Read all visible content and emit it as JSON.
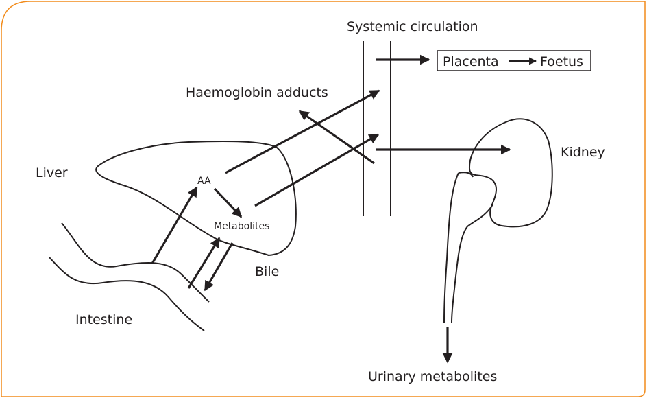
{
  "labels": {
    "systemic_circulation": "Systemic circulation",
    "placenta": "Placenta",
    "foetus": "Foetus",
    "haemoglobin_adducts": "Haemoglobin adducts",
    "liver": "Liver",
    "aa": "AA",
    "metabolites": "Metabolites",
    "bile": "Bile",
    "intestine": "Intestine",
    "kidney": "Kidney",
    "urinary_metabolites": "Urinary metabolites"
  },
  "colors": {
    "frame": "#f28c1c",
    "ink": "#231f20",
    "background": "#ffffff"
  }
}
